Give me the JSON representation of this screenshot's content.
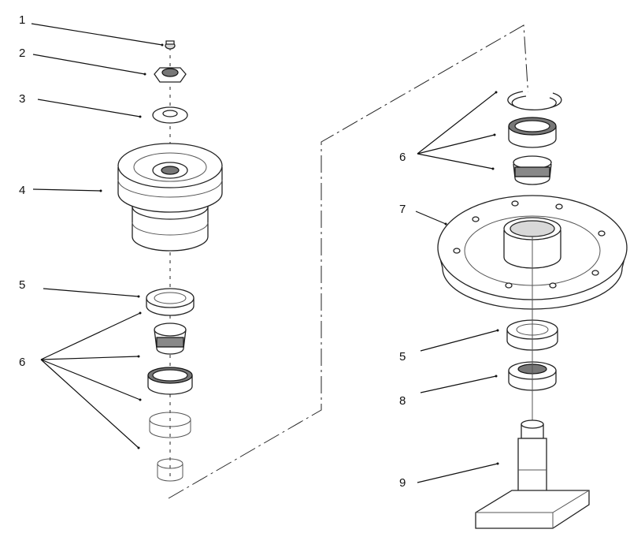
{
  "callouts": {
    "left": [
      "1",
      "2",
      "3",
      "4",
      "5",
      "6"
    ],
    "right": [
      "6",
      "7",
      "5",
      "8",
      "9"
    ]
  },
  "colors": {
    "ink": "#111111",
    "background": "#ffffff",
    "shade": "#d8d8d8"
  }
}
